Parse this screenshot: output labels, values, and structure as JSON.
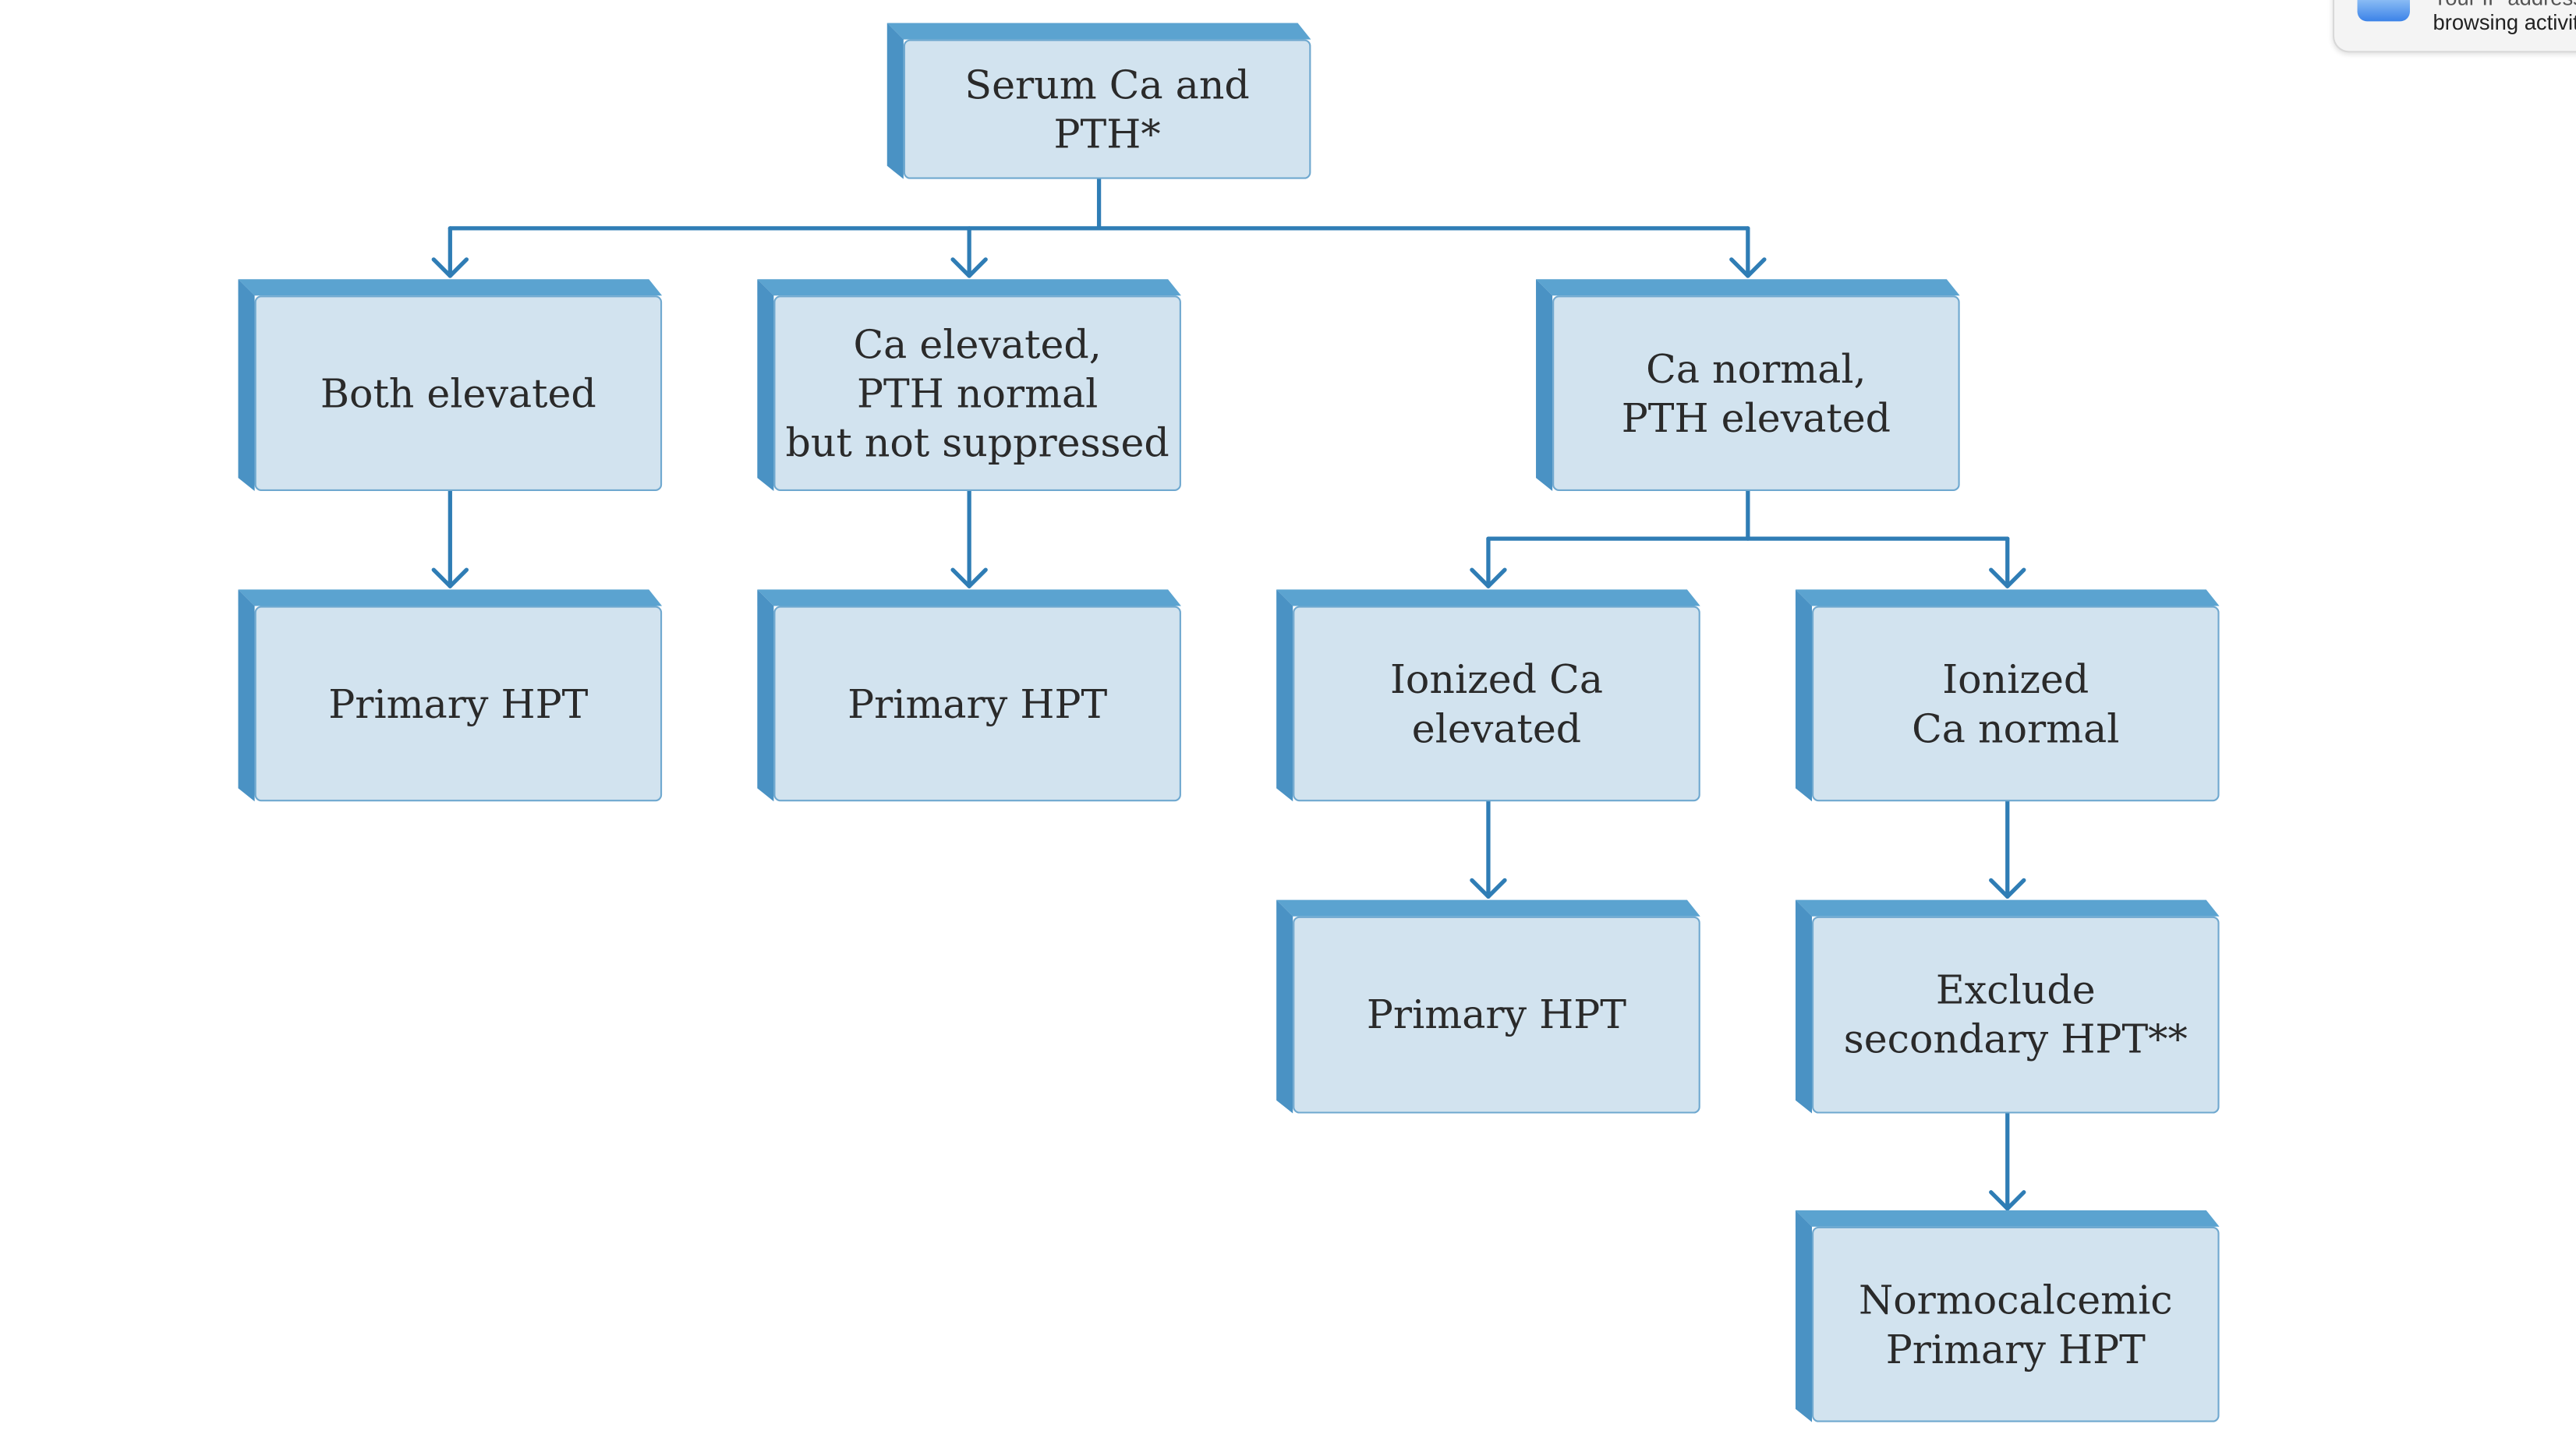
{
  "colors": {
    "face": "#d2e3ef",
    "side": "#4a92c4",
    "top": "#5ba3d0",
    "border": "#6fa8cf",
    "connector": "#2f7db5"
  },
  "nodes": {
    "serum": "Serum Ca and\nPTH*",
    "both_elevated": "Both elevated",
    "ca_elevated_pth_normal": "Ca elevated,\nPTH normal\nbut not suppressed",
    "ca_normal_pth_elevated": "Ca normal,\nPTH elevated",
    "primary_hpt_1": "Primary HPT",
    "primary_hpt_2": "Primary HPT",
    "ionized_ca_elevated": "Ionized Ca\nelevated",
    "ionized_ca_normal": "Ionized\nCa normal",
    "primary_hpt_3": "Primary HPT",
    "exclude_secondary": "Exclude\nsecondary HPT**",
    "normocalcemic": "Normocalcemic\nPrimary HPT"
  },
  "notification": {
    "line1": "Your IP address",
    "line2": "browsing activity",
    "icon": "app-icon"
  }
}
